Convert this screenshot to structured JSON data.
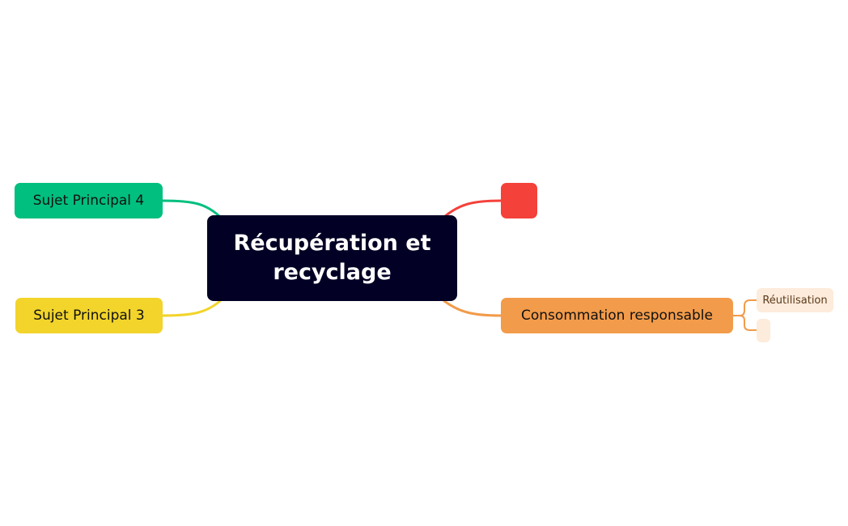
{
  "central_topic": {
    "label_line1": "Récupération et",
    "label_line2": "recyclage",
    "color": "#020024"
  },
  "main_topics": {
    "topic_4": {
      "label": "Sujet Principal 4",
      "color": "#00BF7F"
    },
    "topic_3": {
      "label": "Sujet Principal 3",
      "color": "#F2D42B"
    },
    "topic_red": {
      "label": "",
      "color": "#F4413A"
    },
    "topic_consumption": {
      "label": "Consommation responsable",
      "color": "#F29B4A"
    }
  },
  "sub_topics": {
    "reuse": {
      "label": "Réutilisation",
      "color": "#FDEBDB"
    },
    "empty": {
      "label": "",
      "color": "#FDEBDB"
    }
  }
}
